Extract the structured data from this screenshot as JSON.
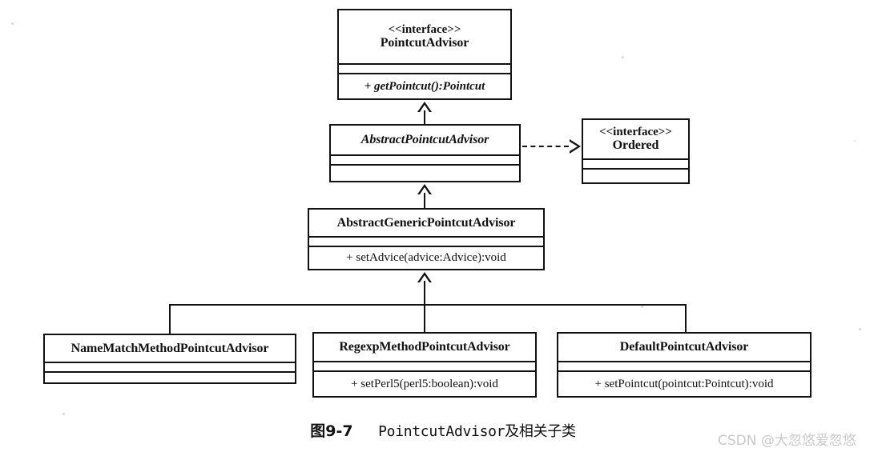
{
  "diagram": {
    "kind": "uml-class-diagram",
    "caption_figure_number": "图9-7",
    "caption_title": "PointcutAdvisor及相关子类",
    "watermark": "CSDN @大忽悠爱忽悠",
    "line_color": "#111111",
    "background_color": "#ffffff",
    "watermark_color": "#c9c9c9"
  },
  "classes": {
    "pointcut_advisor": {
      "stereotype": "<<interface>>",
      "name": "PointcutAdvisor",
      "methods": [
        "+ getPointcut():Pointcut"
      ],
      "empty_compartments": 0
    },
    "abstract_pointcut_advisor": {
      "stereotype": "",
      "name": "AbstractPointcutAdvisor",
      "methods": [],
      "empty_compartments": 2
    },
    "ordered": {
      "stereotype": "<<interface>>",
      "name": "Ordered",
      "methods": [],
      "empty_compartments": 2
    },
    "abstract_generic_pointcut_advisor": {
      "stereotype": "",
      "name": "AbstractGenericPointcutAdvisor",
      "methods": [
        "+ setAdvice(advice:Advice):void"
      ],
      "empty_compartments": 1
    },
    "name_match_method_pointcut_advisor": {
      "stereotype": "",
      "name": "NameMatchMethodPointcutAdvisor",
      "methods": [],
      "empty_compartments": 2
    },
    "regexp_method_pointcut_advisor": {
      "stereotype": "",
      "name": "RegexpMethodPointcutAdvisor",
      "methods": [
        "+ setPerl5(perl5:boolean):void"
      ],
      "empty_compartments": 1
    },
    "default_pointcut_advisor": {
      "stereotype": "",
      "name": "DefaultPointcutAdvisor",
      "methods": [
        "+ setPointcut(pointcut:Pointcut):void"
      ],
      "empty_compartments": 1
    }
  },
  "relationships": [
    {
      "from": "AbstractPointcutAdvisor",
      "to": "PointcutAdvisor",
      "type": "generalization"
    },
    {
      "from": "AbstractPointcutAdvisor",
      "to": "Ordered",
      "type": "realization"
    },
    {
      "from": "AbstractGenericPointcutAdvisor",
      "to": "AbstractPointcutAdvisor",
      "type": "generalization"
    },
    {
      "from": "NameMatchMethodPointcutAdvisor",
      "to": "AbstractGenericPointcutAdvisor",
      "type": "generalization"
    },
    {
      "from": "RegexpMethodPointcutAdvisor",
      "to": "AbstractGenericPointcutAdvisor",
      "type": "generalization"
    },
    {
      "from": "DefaultPointcutAdvisor",
      "to": "AbstractGenericPointcutAdvisor",
      "type": "generalization"
    }
  ]
}
